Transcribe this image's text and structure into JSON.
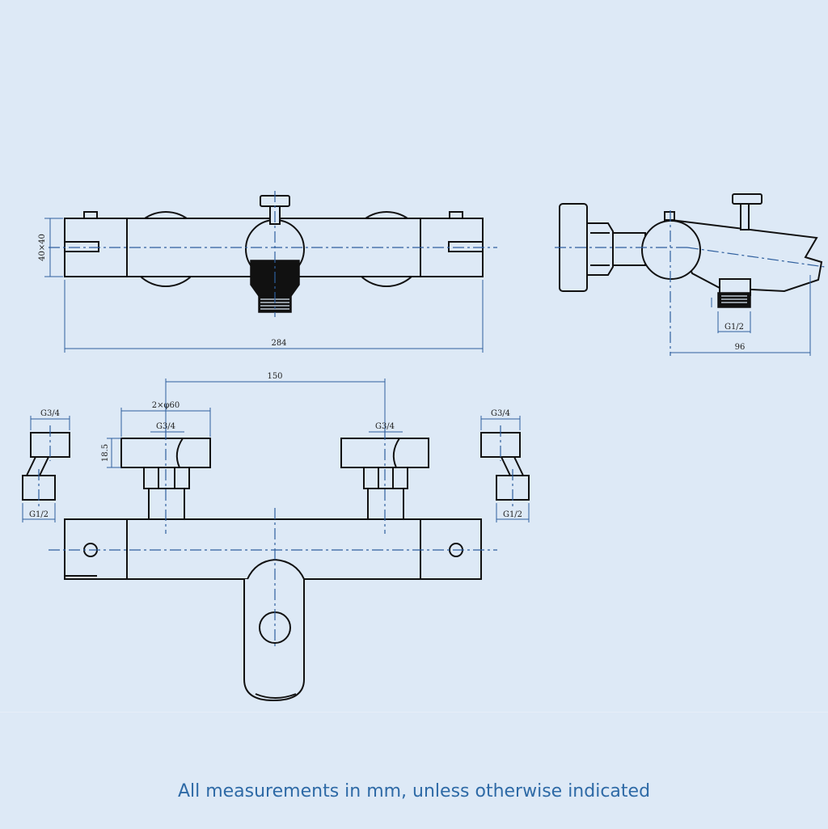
{
  "dimensions": {
    "height": "40×40",
    "length": "284",
    "depth": "96",
    "side_outlet": "G1/2",
    "centres": "150",
    "plates": "2×φ60",
    "inlet_left": "G3/4",
    "inlet_right": "G3/4",
    "plate_depth": "18.5",
    "elbow_left_top": "G3/4",
    "elbow_left_bottom": "G1/2",
    "elbow_right_top": "G3/4",
    "elbow_right_bottom": "G1/2"
  },
  "footer": {
    "note": "All measurements in mm, unless otherwise indicated"
  },
  "colors": {
    "background": "#dde9f6",
    "dimension_line": "#2f5f9e",
    "outline": "#111111",
    "footer_text": "#2e6aa6"
  }
}
